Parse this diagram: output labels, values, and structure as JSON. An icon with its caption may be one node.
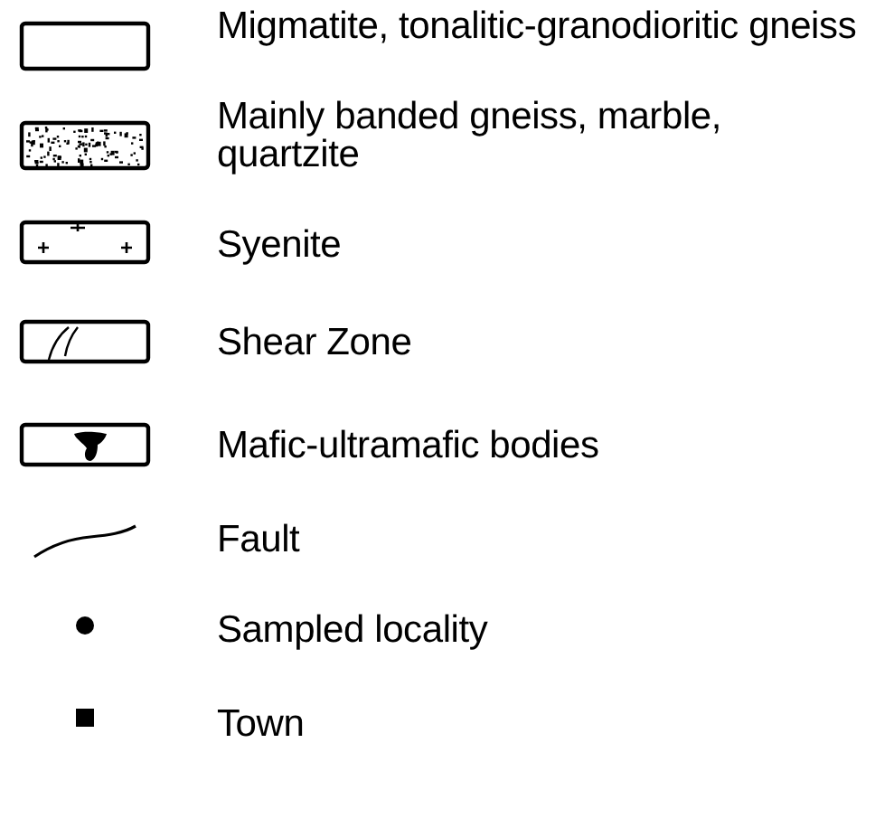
{
  "diagram": {
    "legend": [
      {
        "text": "Migmatite, tonalitic-granodioritic gneiss"
      },
      {
        "text": "Mainly banded gneiss, marble, quartzite"
      },
      {
        "text": "Syenite"
      },
      {
        "text": "Shear Zone"
      },
      {
        "text": "Mafic-ultramafic bodies"
      },
      {
        "text": "Fault"
      },
      {
        "text": "Sampled locality"
      },
      {
        "text": "Town"
      }
    ]
  }
}
